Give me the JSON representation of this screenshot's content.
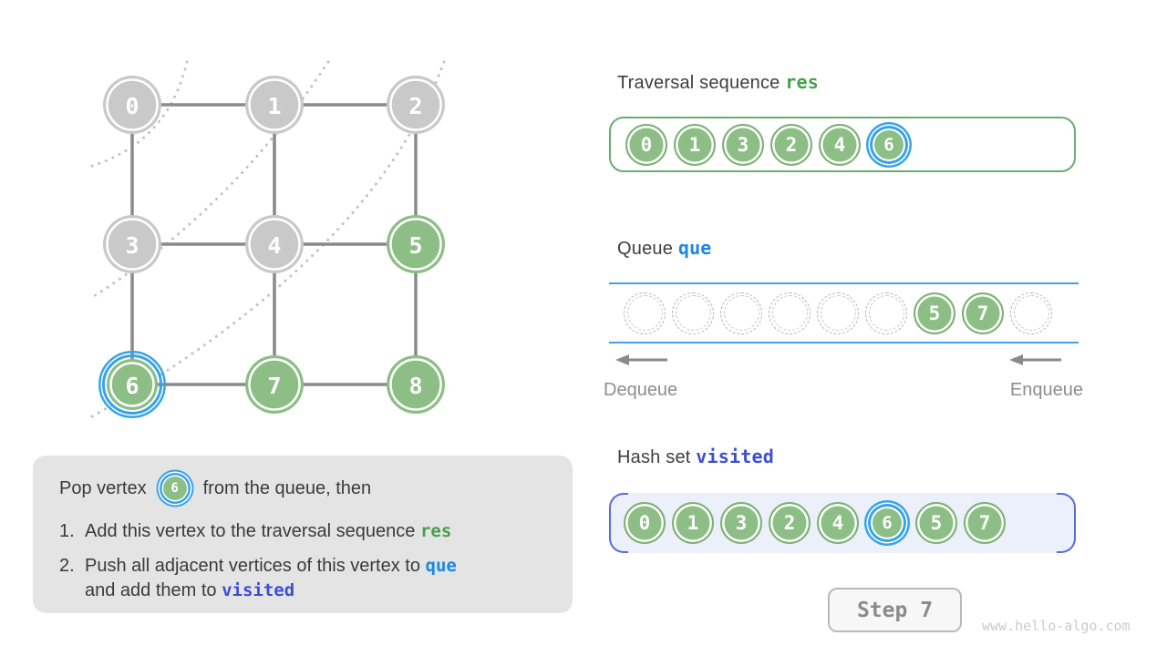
{
  "colors": {
    "vertex_gray_fill": "#c9c9c9",
    "vertex_green_fill": "#8cbe85",
    "highlight_blue": "#38a3e8",
    "edge_gray": "#8a8a8a",
    "arc_dotted_gray": "#c2c2c2",
    "res_green": "#4a9e50",
    "que_blue": "#1b87e5",
    "visited_indigo": "#3c50d1",
    "queue_line_blue": "#45a1e8",
    "hash_bracket_blue": "#5a6ed6",
    "res_box_border": "#6cac70"
  },
  "graph": {
    "vertices": [
      {
        "value": "0",
        "state": "done"
      },
      {
        "value": "1",
        "state": "done"
      },
      {
        "value": "2",
        "state": "done"
      },
      {
        "value": "3",
        "state": "done"
      },
      {
        "value": "4",
        "state": "done"
      },
      {
        "value": "5",
        "state": "new"
      },
      {
        "value": "6",
        "state": "current"
      },
      {
        "value": "7",
        "state": "new"
      },
      {
        "value": "8",
        "state": "new"
      }
    ],
    "edges": [
      [
        0,
        1
      ],
      [
        1,
        2
      ],
      [
        3,
        4
      ],
      [
        4,
        5
      ],
      [
        6,
        7
      ],
      [
        7,
        8
      ],
      [
        0,
        3
      ],
      [
        3,
        6
      ],
      [
        1,
        4
      ],
      [
        4,
        7
      ],
      [
        2,
        5
      ],
      [
        5,
        8
      ]
    ]
  },
  "traversal": {
    "title": "Traversal sequence",
    "code": "res",
    "circles": [
      {
        "value": "0",
        "highlight": false
      },
      {
        "value": "1",
        "highlight": false
      },
      {
        "value": "3",
        "highlight": false
      },
      {
        "value": "2",
        "highlight": false
      },
      {
        "value": "4",
        "highlight": false
      },
      {
        "value": "6",
        "highlight": true
      }
    ]
  },
  "queue": {
    "title": "Queue",
    "code": "que",
    "slots": [
      {
        "value": ""
      },
      {
        "value": ""
      },
      {
        "value": ""
      },
      {
        "value": ""
      },
      {
        "value": ""
      },
      {
        "value": ""
      },
      {
        "value": "5"
      },
      {
        "value": "7"
      },
      {
        "value": ""
      }
    ],
    "dequeue": "Dequeue",
    "enqueue": "Enqueue"
  },
  "hashset": {
    "title": "Hash set",
    "code": "visited",
    "circles": [
      {
        "value": "0",
        "highlight": false
      },
      {
        "value": "1",
        "highlight": false
      },
      {
        "value": "3",
        "highlight": false
      },
      {
        "value": "2",
        "highlight": false
      },
      {
        "value": "4",
        "highlight": false
      },
      {
        "value": "6",
        "highlight": true
      },
      {
        "value": "5",
        "highlight": false
      },
      {
        "value": "7",
        "highlight": false
      }
    ]
  },
  "instruction": {
    "pop_before": "Pop vertex",
    "pop_vertex": "6",
    "pop_after": "from the queue, then",
    "items": [
      {
        "num": "1.",
        "segments": [
          {
            "t": "Add this vertex to the traversal sequence "
          },
          {
            "t": "res",
            "c": "res"
          }
        ]
      },
      {
        "num": "2.",
        "segments": [
          {
            "t": "Push all adjacent vertices of this vertex to "
          },
          {
            "t": "que",
            "c": "que"
          },
          {
            "t": "\nand add them to "
          },
          {
            "t": "visited",
            "c": "visited"
          }
        ]
      }
    ]
  },
  "step_label": "Step 7",
  "watermark": "www.hello-algo.com"
}
